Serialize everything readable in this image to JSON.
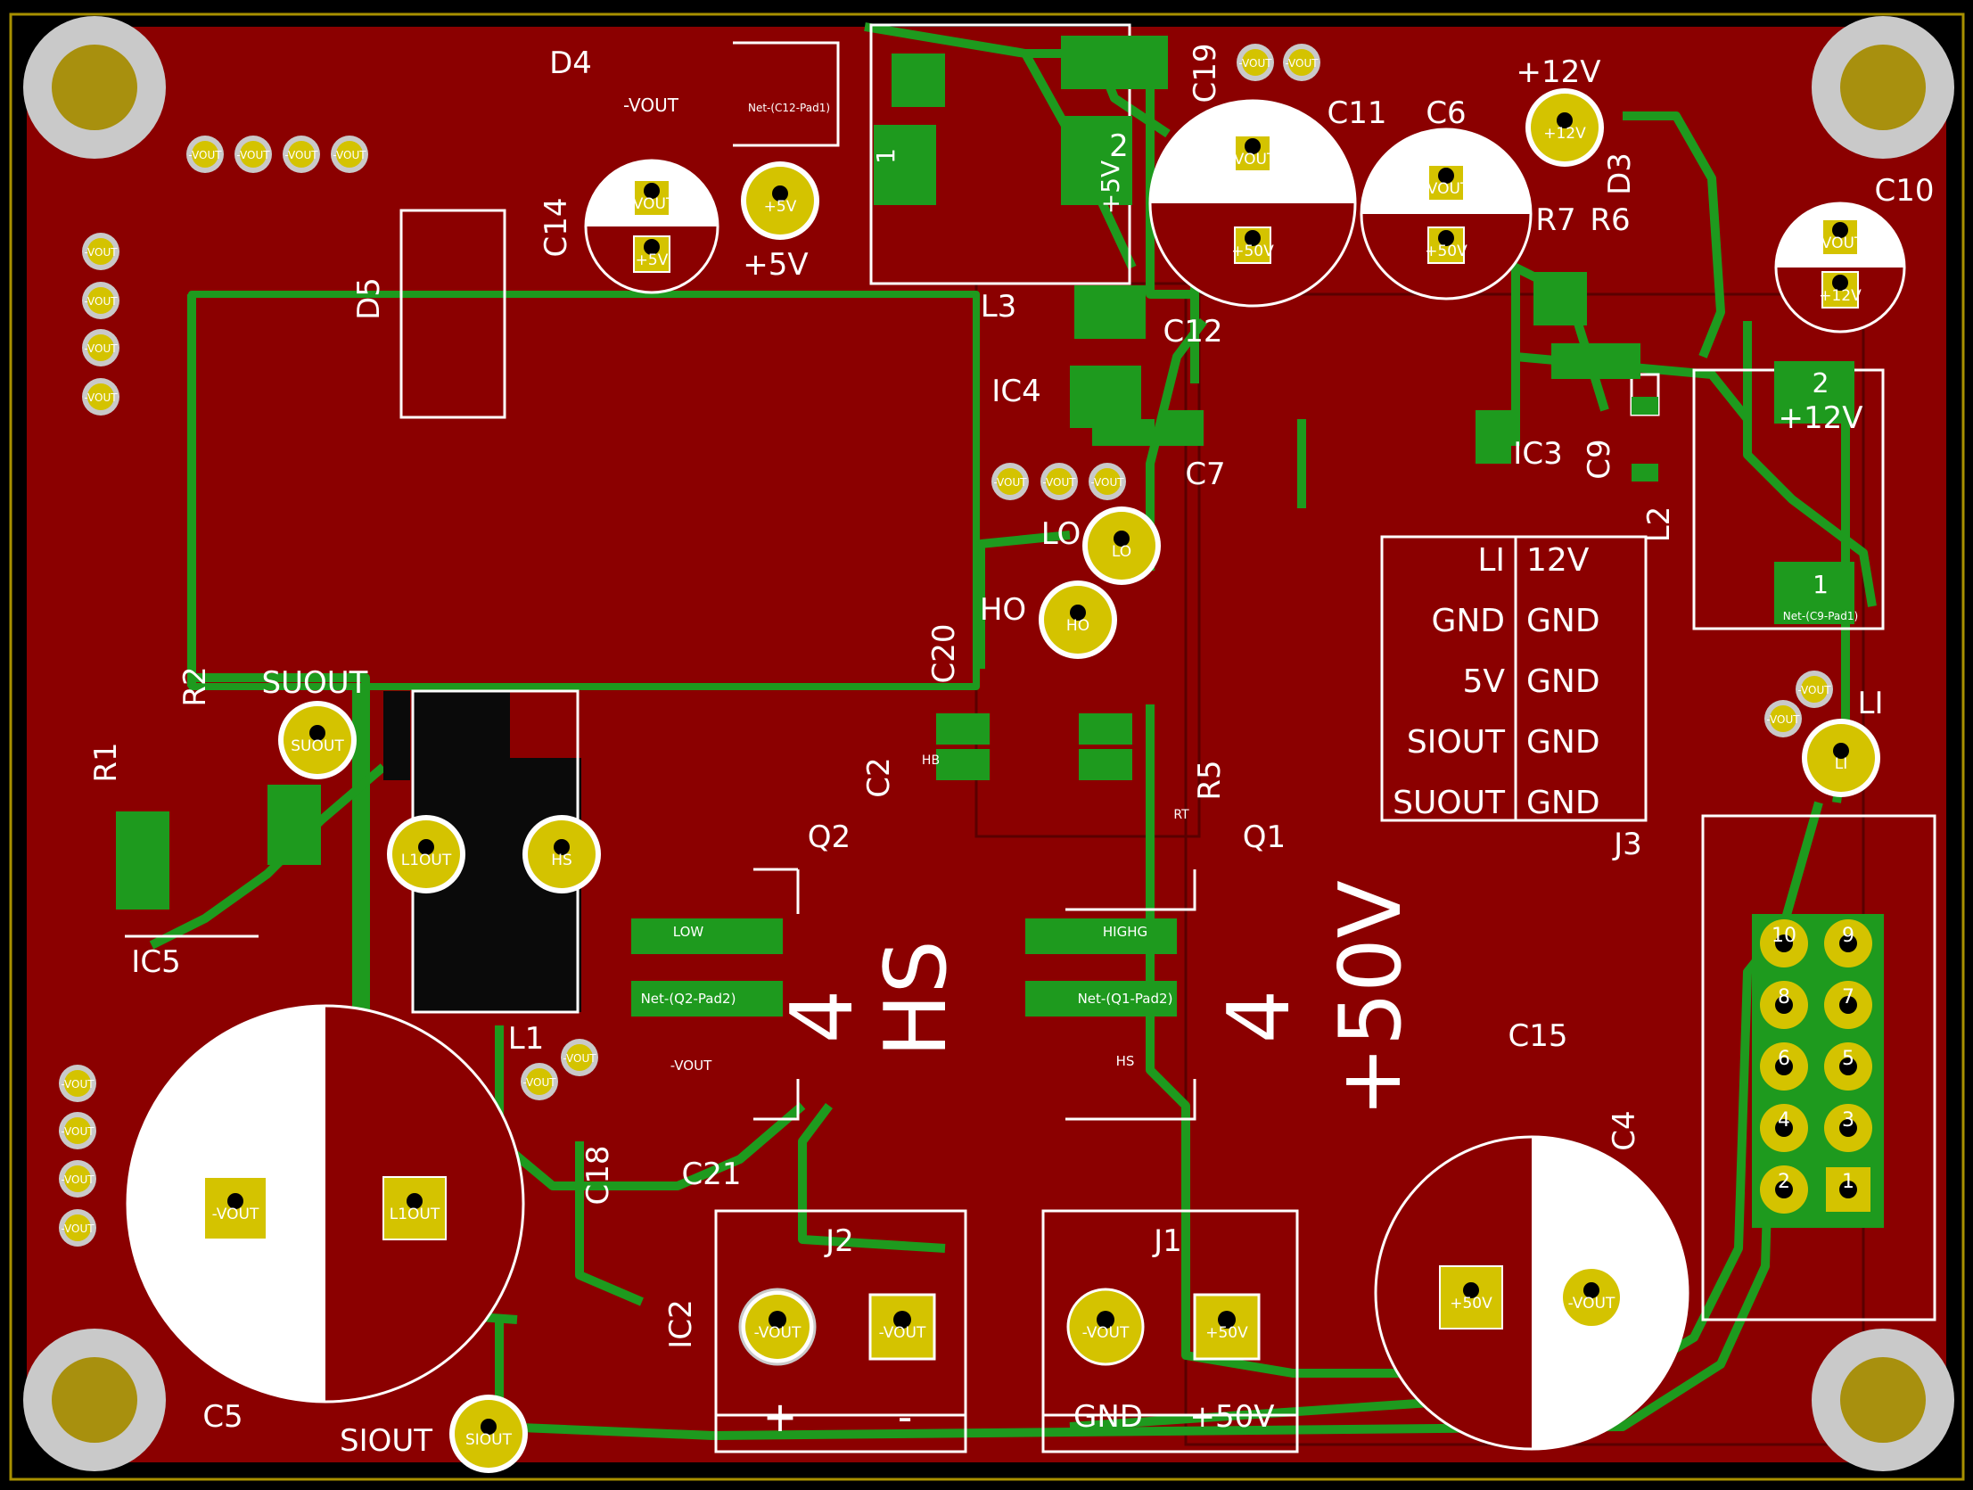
{
  "colors": {
    "background": "#000000",
    "copper_fill": "#8b0000",
    "trace": "#1e9a1e",
    "pad": "#d4c300",
    "silkscreen": "#ffffff",
    "hole": "#c9c9c9",
    "drill": "#a8900e",
    "dark_pad": "#5a0000"
  },
  "board": {
    "big_labels": {
      "four_left": "4",
      "hs": "HS",
      "four_right": "4",
      "v50": "+50V"
    }
  },
  "refs": {
    "d4": "D4",
    "d5": "D5",
    "d3": "D3",
    "c14": "C14",
    "c19": "C19",
    "c11": "C11",
    "c6": "C6",
    "c10": "C10",
    "c12": "C12",
    "c7": "C7",
    "c9": "C9",
    "c20": "C20",
    "c2": "C2",
    "c15": "C15",
    "c4": "C4",
    "c5": "C5",
    "c18": "C18",
    "c21": "C21",
    "l3": "L3",
    "l2": "L2",
    "l1": "L1",
    "ic4": "IC4",
    "ic3": "IC3",
    "ic5": "IC5",
    "ic2": "IC2",
    "r7": "R7",
    "r6": "R6",
    "r1": "R1",
    "r2": "R2",
    "r5": "R5",
    "q1": "Q1",
    "q2": "Q2",
    "j1": "J1",
    "j2": "J2",
    "j3": "J3"
  },
  "net_labels": {
    "plus12v": "+12V",
    "plus5v": "+5V",
    "lo": "LO",
    "ho": "HO",
    "li": "LI",
    "suout": "SUOUT",
    "siout": "SIOUT",
    "plus": "+",
    "minus": "-",
    "gnd": "GND",
    "plus50v": "+50V"
  },
  "pads": {
    "vout": "-VOUT",
    "p5v": "+5V",
    "p12v": "+12V",
    "p50v": "+50V",
    "lo": "LO",
    "ho": "HO",
    "hs": "HS",
    "l1out": "L1OUT",
    "suout": "SUOUT",
    "siout": "SIOUT",
    "li": "LI",
    "net_c12": "Net-(C12-Pad1)",
    "net_c9": "Net-(C9-Pad1)",
    "net_q2": "Net-(Q2-Pad2)",
    "net_q1": "Net-(Q1-Pad2)",
    "low": "LOW",
    "highg": "HIGHG",
    "hb": "HB",
    "rt": "RT",
    "n1": "1",
    "n2": "2",
    "n3": "3",
    "n4": "4",
    "n5": "5",
    "n6": "6",
    "n7": "7",
    "n8": "8",
    "n9": "9",
    "n10": "10"
  },
  "j3_table": {
    "left": [
      "LI",
      "GND",
      "5V",
      "SIOUT",
      "SUOUT"
    ],
    "right": [
      "12V",
      "GND",
      "GND",
      "GND",
      "GND"
    ]
  }
}
